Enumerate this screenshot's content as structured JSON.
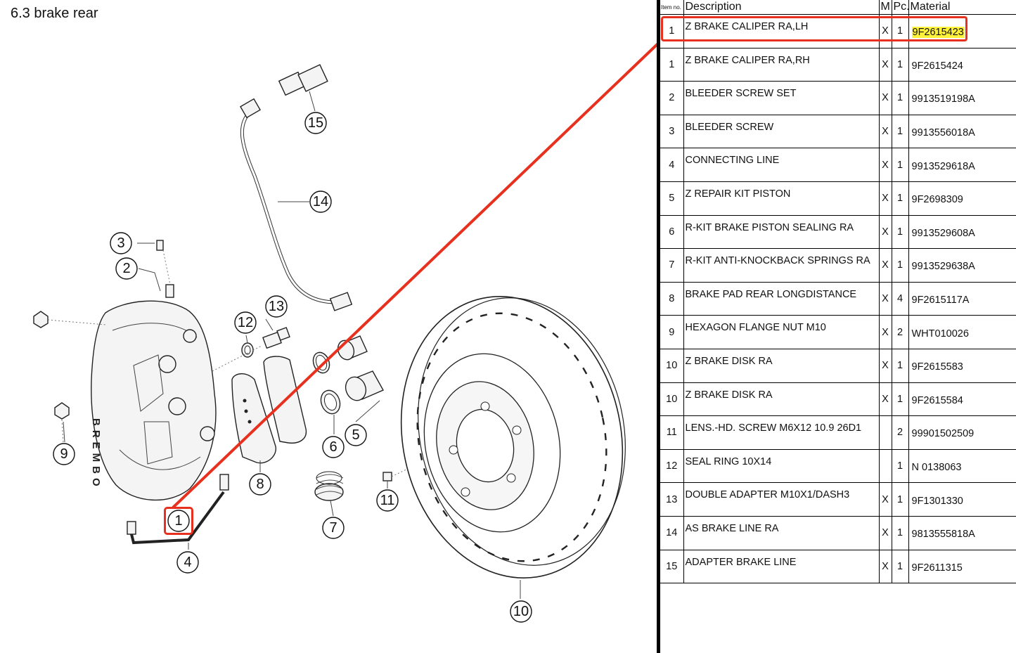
{
  "section_title": "6.3  brake rear",
  "table": {
    "headers": {
      "item": "Item no.",
      "description": "Description",
      "m": "M",
      "pc": "Pc.",
      "material": "Material"
    },
    "rows": [
      {
        "item": "1",
        "description": "Z BRAKE CALIPER RA,LH",
        "m": "X",
        "pc": "1",
        "material": "9F2615423"
      },
      {
        "item": "1",
        "description": "Z BRAKE CALIPER RA,RH",
        "m": "X",
        "pc": "1",
        "material": "9F2615424"
      },
      {
        "item": "2",
        "description": "BLEEDER SCREW SET",
        "m": "X",
        "pc": "1",
        "material": "9913519198A"
      },
      {
        "item": "3",
        "description": "BLEEDER SCREW",
        "m": "X",
        "pc": "1",
        "material": "9913556018A"
      },
      {
        "item": "4",
        "description": "CONNECTING LINE",
        "m": "X",
        "pc": "1",
        "material": "9913529618A"
      },
      {
        "item": "5",
        "description": "Z REPAIR KIT PISTON",
        "m": "X",
        "pc": "1",
        "material": "9F2698309"
      },
      {
        "item": "6",
        "description": "R-KIT BRAKE PISTON SEALING RA",
        "m": "X",
        "pc": "1",
        "material": "9913529608A"
      },
      {
        "item": "7",
        "description": "R-KIT ANTI-KNOCKBACK SPRINGS RA",
        "m": "X",
        "pc": "1",
        "material": "9913529638A"
      },
      {
        "item": "8",
        "description": "BRAKE PAD REAR LONGDISTANCE",
        "m": "X",
        "pc": "4",
        "material": "9F2615117A"
      },
      {
        "item": "9",
        "description": "HEXAGON FLANGE NUT M10",
        "m": "X",
        "pc": "2",
        "material": "WHT010026"
      },
      {
        "item": "10",
        "description": "Z BRAKE DISK RA",
        "m": "X",
        "pc": "1",
        "material": "9F2615583"
      },
      {
        "item": "10",
        "description": "Z BRAKE DISK RA",
        "m": "X",
        "pc": "1",
        "material": "9F2615584"
      },
      {
        "item": "11",
        "description": "LENS.-HD. SCREW M6X12 10.9 26D1",
        "m": "",
        "pc": "2",
        "material": "99901502509"
      },
      {
        "item": "12",
        "description": "SEAL RING 10X14",
        "m": "",
        "pc": "1",
        "material": "N 0138063"
      },
      {
        "item": "13",
        "description": "DOUBLE ADAPTER M10X1/DASH3",
        "m": "X",
        "pc": "1",
        "material": "9F1301330"
      },
      {
        "item": "14",
        "description": "AS BRAKE LINE RA",
        "m": "X",
        "pc": "1",
        "material": "9813555818A"
      },
      {
        "item": "15",
        "description": "ADAPTER BRAKE LINE",
        "m": "X",
        "pc": "1",
        "material": "9F2611315"
      }
    ]
  },
  "diagram": {
    "callouts": [
      "1",
      "2",
      "3",
      "4",
      "5",
      "6",
      "7",
      "8",
      "9",
      "10",
      "11",
      "12",
      "13",
      "14",
      "15"
    ],
    "caliper_lettering": "BREMBO"
  },
  "highlight": {
    "row_index": 0,
    "color": "#e8301e",
    "material_highlight_color": "#fff23a"
  }
}
